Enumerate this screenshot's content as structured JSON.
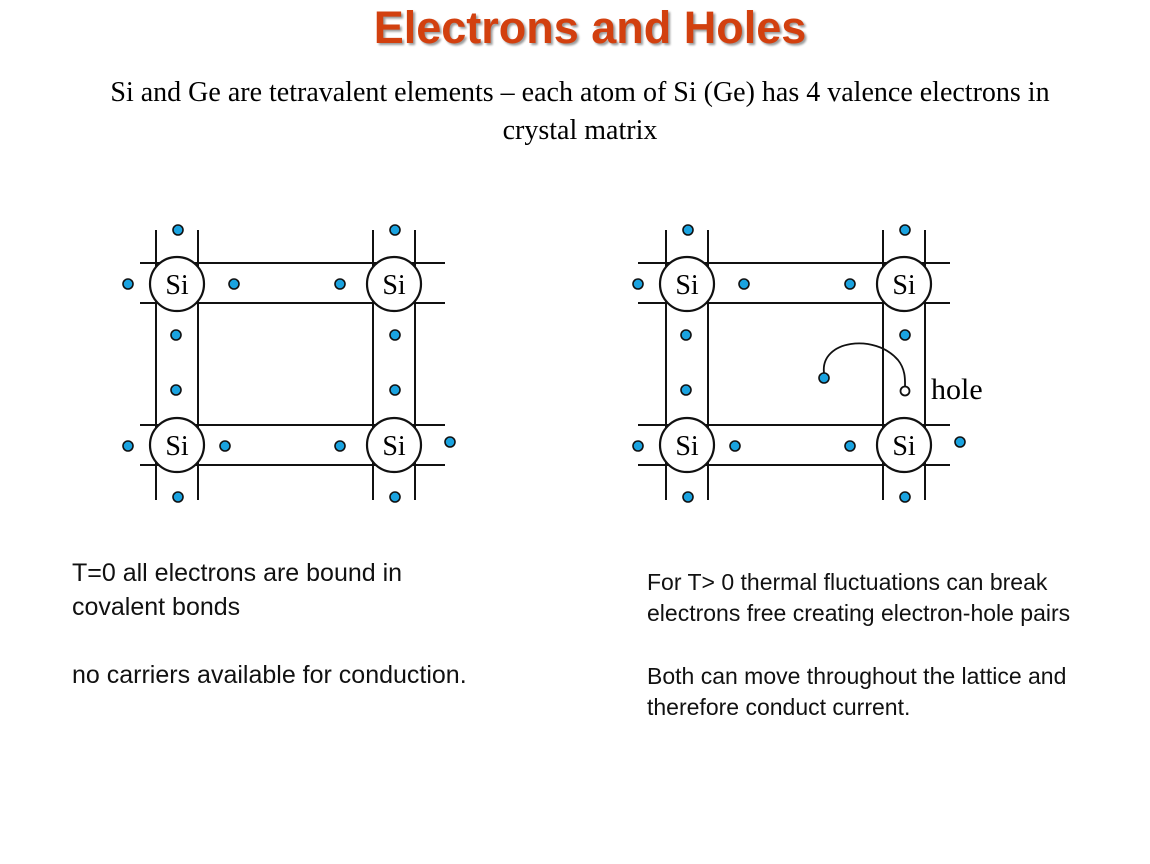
{
  "slide": {
    "title": "Electrons and Holes",
    "subtitle": "Si and Ge are tetravalent elements – each atom of Si (Ge) has 4 valence electrons in crystal matrix",
    "colors": {
      "title": "#d2400f",
      "electron_fill": "#1aa3e0",
      "line": "#111111"
    }
  },
  "diagram_left": {
    "atoms": [
      "Si",
      "Si",
      "Si",
      "Si"
    ]
  },
  "diagram_right": {
    "atoms": [
      "Si",
      "Si",
      "Si",
      "Si"
    ],
    "hole_label": "hole"
  },
  "caption_left": {
    "prefix": "T=0",
    "line1": " all electrons are bound in covalent bonds",
    "line2": "no carriers available for conduction."
  },
  "caption_right": {
    "line1": "For T> 0 thermal fluctuations can break electrons free creating electron-hole pairs",
    "line2": "Both can move throughout the lattice and therefore conduct current."
  }
}
